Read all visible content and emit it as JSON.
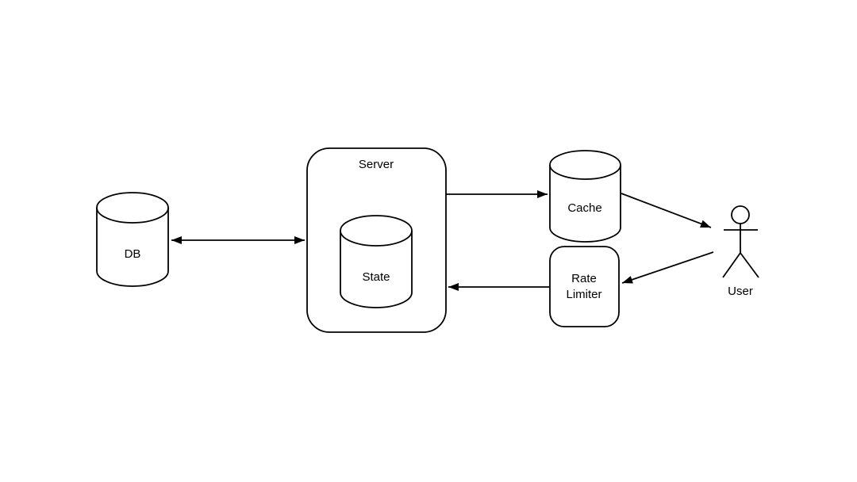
{
  "diagram": {
    "background_color": "#ffffff",
    "stroke_color": "#000000",
    "text_color": "#000000",
    "nodes": {
      "db": {
        "label": "DB",
        "shape": "cylinder"
      },
      "server": {
        "label": "Server",
        "shape": "rounded-rectangle"
      },
      "state": {
        "label": "State",
        "shape": "cylinder",
        "contained_in": "server"
      },
      "cache": {
        "label": "Cache",
        "shape": "cylinder"
      },
      "rate_limiter": {
        "label": "Rate Limiter",
        "shape": "rounded-rectangle"
      },
      "user": {
        "label": "User",
        "shape": "actor"
      }
    },
    "edges": [
      {
        "from": "db",
        "to": "server",
        "direction": "bidirectional"
      },
      {
        "from": "server",
        "to": "cache",
        "direction": "one-way"
      },
      {
        "from": "cache",
        "to": "user",
        "direction": "one-way"
      },
      {
        "from": "user",
        "to": "rate_limiter",
        "direction": "one-way"
      },
      {
        "from": "rate_limiter",
        "to": "server",
        "direction": "one-way"
      }
    ]
  }
}
